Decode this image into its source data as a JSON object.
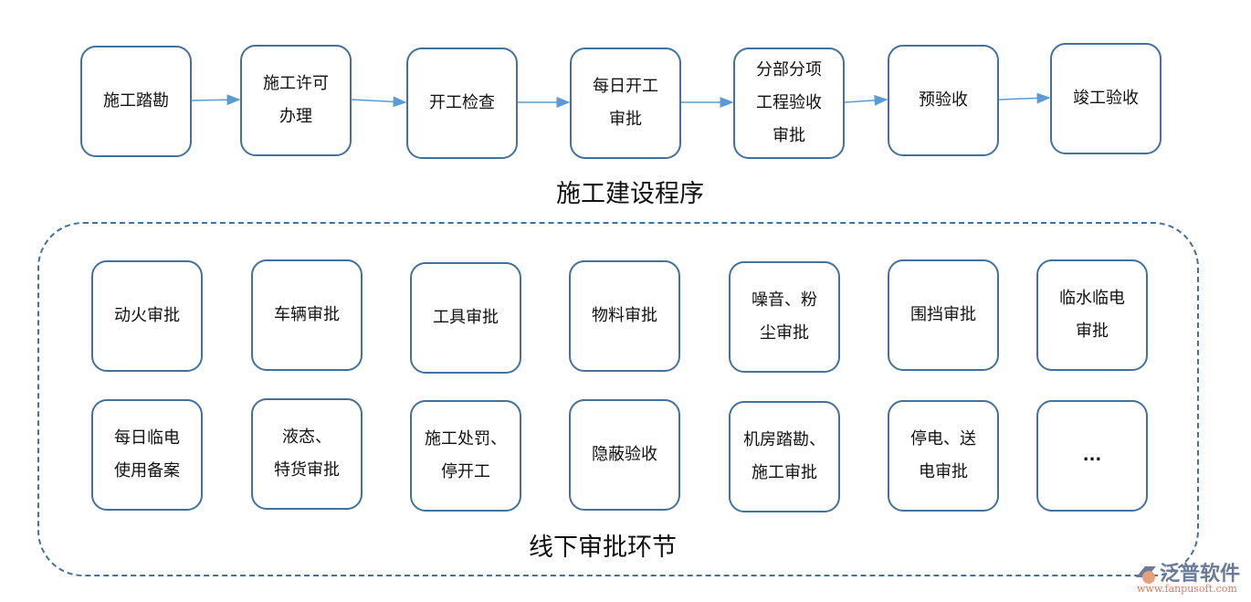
{
  "process": {
    "title": "施工建设程序",
    "steps": [
      "施工踏勘",
      "施工许可\n办理",
      "开工检查",
      "每日开工\n审批",
      "分部分项\n工程验收\n审批",
      "预验收",
      "竣工验收"
    ]
  },
  "offline": {
    "title": "线下审批环节",
    "items": [
      "动火审批",
      "车辆审批",
      "工具审批",
      "物料审批",
      "噪音、粉\n尘审批",
      "围挡审批",
      "临水临电\n审批",
      "每日临电\n使用备案",
      "液态、\n特货审批",
      "施工处罚、\n停开工",
      "隐蔽验收",
      "机房踏勘、\n施工审批",
      "停电、送\n电审批",
      "..."
    ]
  },
  "logo": {
    "name": "泛普软件",
    "url": "www.fanpusoft.com"
  },
  "colors": {
    "border": "#41719C",
    "arrow": "#5B9BD5",
    "logo_text": "#6b7a99",
    "logo_url": "#e07a50"
  }
}
